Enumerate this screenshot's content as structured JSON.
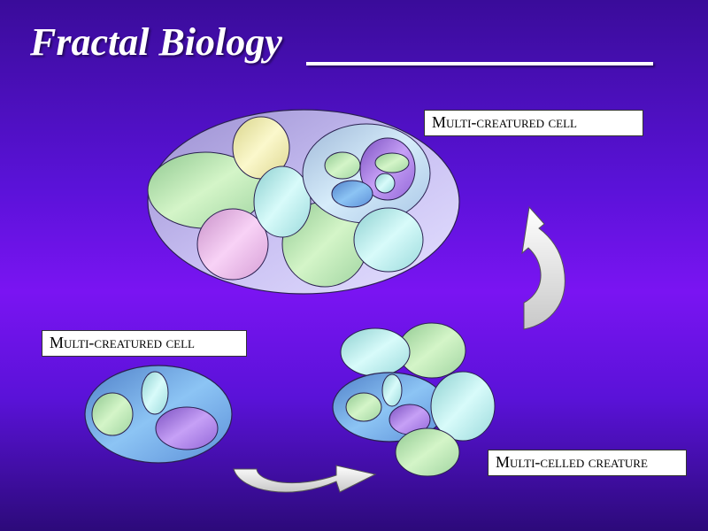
{
  "slide": {
    "title": "Fractal Biology",
    "labels": {
      "top_right": "Multi-creatured cell",
      "bottom_left": "Multi-creatured cell",
      "bottom_right": "Multi-celled creature"
    }
  },
  "colors": {
    "background_top": "#3a0c9a",
    "background_mid": "#7a14f2",
    "green": "#b8efb0",
    "yellow": "#f3f0b0",
    "cyan": "#bff5f2",
    "pink": "#f2b8ee",
    "purple": "#b37bf0",
    "blue": "#6b9fe8",
    "lavender": "#c2b6f0",
    "arrow": "#f0f0f0"
  }
}
